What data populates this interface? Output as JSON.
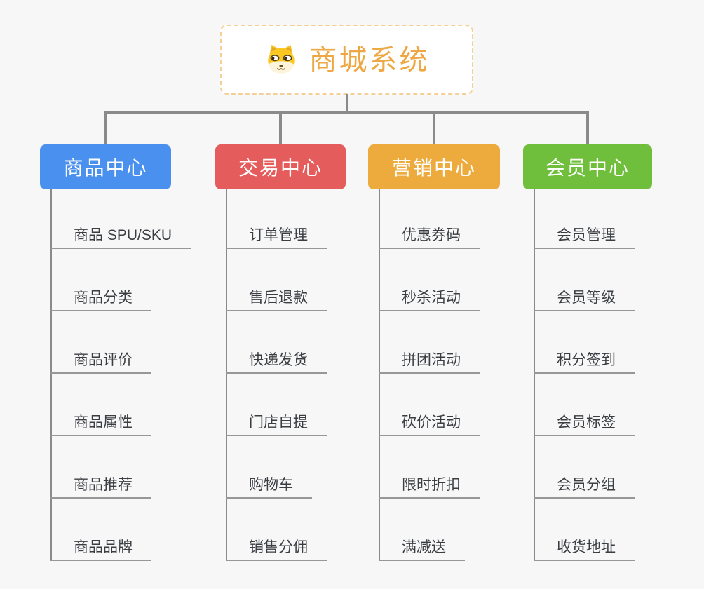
{
  "page": {
    "background_color": "#f7f7f7",
    "line_color": "#8a8a8a"
  },
  "root": {
    "title": "商城系统",
    "icon": "dog-face-icon",
    "text_color": "#eda843",
    "border_color": "#f5cf95",
    "background_color": "#ffffff"
  },
  "branches": [
    {
      "label": "商品中心",
      "color": "#4a90ee",
      "children": [
        "商品 SPU/SKU",
        "商品分类",
        "商品评价",
        "商品属性",
        "商品推荐",
        "商品品牌"
      ]
    },
    {
      "label": "交易中心",
      "color": "#e55c5c",
      "children": [
        "订单管理",
        "售后退款",
        "快递发货",
        "门店自提",
        "购物车",
        "销售分佣"
      ]
    },
    {
      "label": "营销中心",
      "color": "#edaa3d",
      "children": [
        "优惠券码",
        "秒杀活动",
        "拼团活动",
        "砍价活动",
        "限时折扣",
        "满减送"
      ]
    },
    {
      "label": "会员中心",
      "color": "#70bf3c",
      "children": [
        "会员管理",
        "会员等级",
        "积分签到",
        "会员标签",
        "会员分组",
        "收货地址"
      ]
    }
  ]
}
